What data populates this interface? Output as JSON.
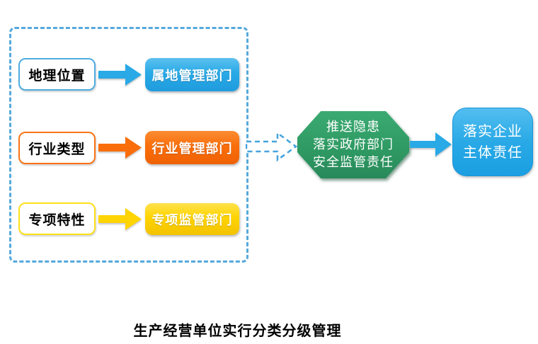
{
  "diagram": {
    "caption": "生产经营单位实行分类分级管理",
    "rows": [
      {
        "label": "地理位置",
        "dept": "属地管理部门",
        "accent": "#29a9e6"
      },
      {
        "label": "行业类型",
        "dept": "行业管理部门",
        "accent": "#f96e0b"
      },
      {
        "label": "专项特性",
        "dept": "专项监管部门",
        "accent": "#ffd401"
      }
    ],
    "hub": {
      "line1": "推送隐患",
      "line2": "落实政府部门",
      "line3": "安全监管责任",
      "color": "#2f9a63"
    },
    "result": {
      "line1": "落实企业",
      "line2": "主体责任",
      "color": "#29a9e6"
    },
    "connector_color": "#55a9dc"
  }
}
